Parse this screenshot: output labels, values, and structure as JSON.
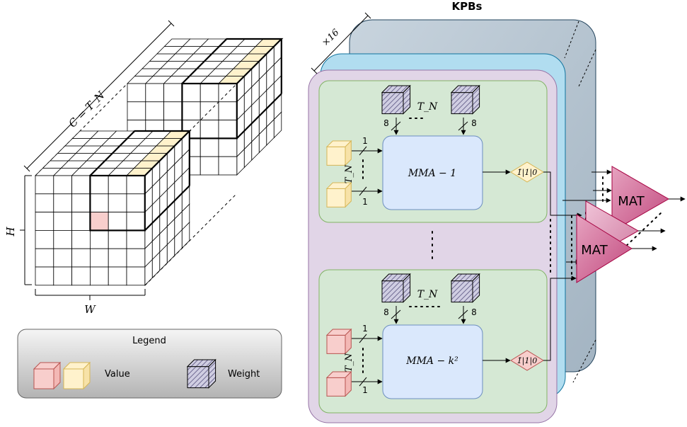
{
  "tensor": {
    "channel_label": "C = T_N",
    "height_label": "H",
    "width_label": "W"
  },
  "legend": {
    "title": "Legend",
    "value_label": "Value",
    "weight_label": "Weight"
  },
  "kpbs": {
    "title": "KPBs",
    "stack_count": "×16",
    "pe_top": {
      "unit": "MMA − 1",
      "tn": "T_N",
      "weight_width_left": "8",
      "weight_width_right": "8",
      "input_width_top": "1",
      "input_width_bottom": "1",
      "output_op": "1̄|1|0"
    },
    "pe_bottom": {
      "unit": "MMA − k²",
      "tn": "T_N",
      "weight_width_left": "8",
      "weight_width_right": "8",
      "input_width_top": "1",
      "input_width_bottom": "1",
      "output_op": "1̄|1|0"
    },
    "mat_back": "MAT",
    "mat_front": "MAT"
  },
  "colors": {
    "value_red": "#f8cecc",
    "value_yellow": "#fff2cc",
    "weight": "#d0cee2",
    "kpb_back": "#bac8d3",
    "kpb_mid": "#b1ddf0",
    "kpb_front": "#e1d5e7",
    "pe_bg": "#d5e8d4",
    "mma": "#dae8fc",
    "mat": "#e6a2bf"
  }
}
